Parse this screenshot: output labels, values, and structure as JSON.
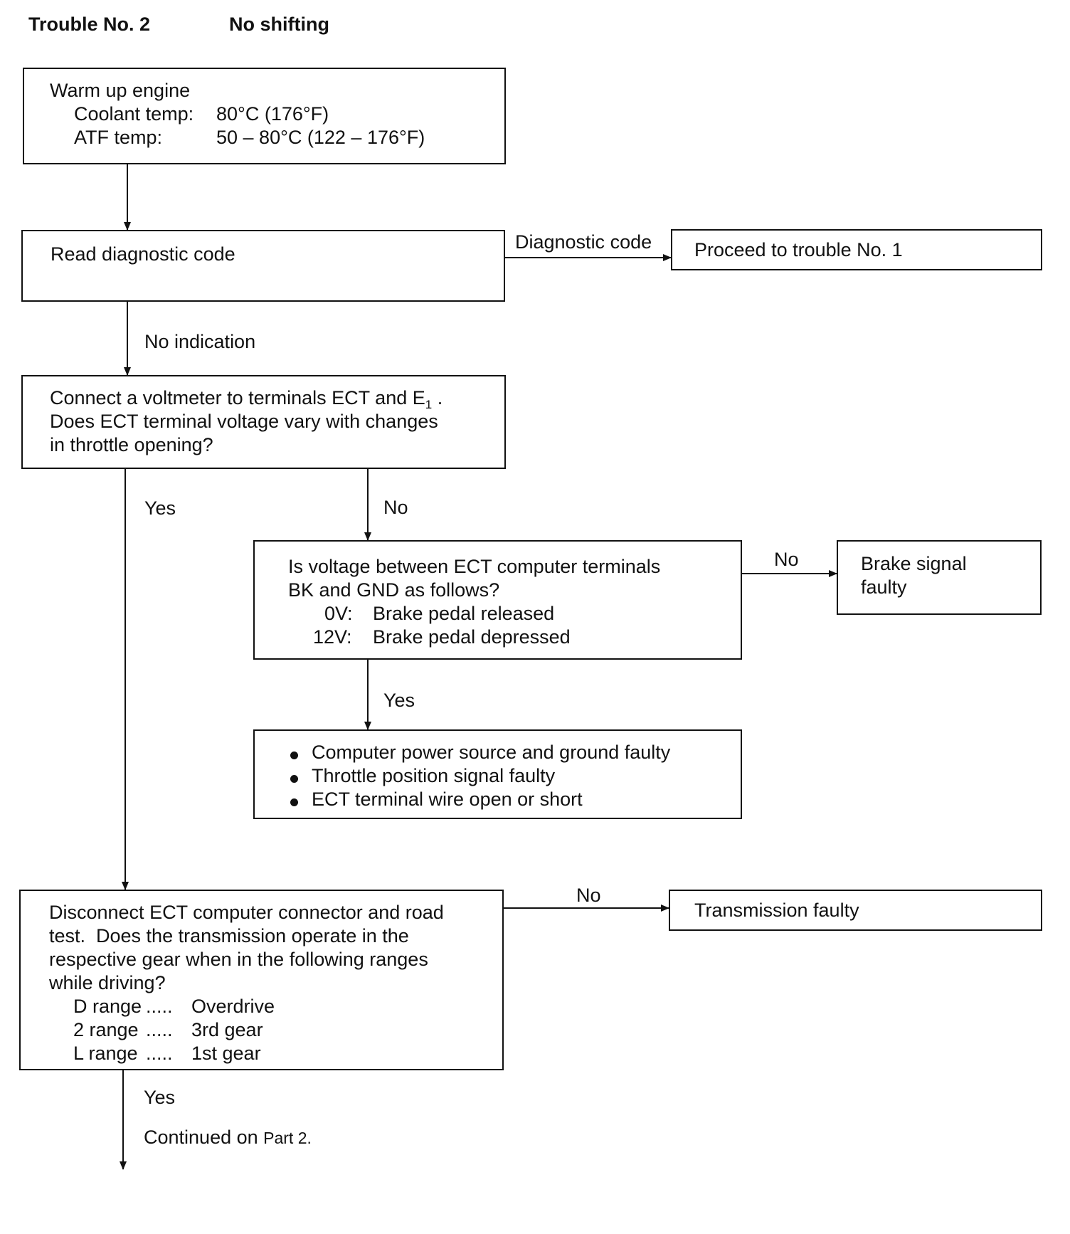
{
  "header": {
    "trouble": "Trouble No. 2",
    "symptom": "No shifting"
  },
  "steps": {
    "warmup": {
      "title": "Warm up engine",
      "coolant_label": "Coolant temp:",
      "coolant_value": "80°C (176°F)",
      "atf_label": "ATF temp:",
      "atf_value": "50 – 80°C (122 – 176°F)"
    },
    "read_code": {
      "text": "Read diagnostic code"
    },
    "trouble1": {
      "text": "Proceed to trouble No. 1"
    },
    "voltmeter": {
      "line1": "Connect a voltmeter to terminals ECT and E",
      "line1_sub": "1",
      "line1_end": " .",
      "line2": "Does ECT terminal voltage vary with changes",
      "line3": "in throttle opening?"
    },
    "brake_check": {
      "line1": "Is voltage between ECT computer terminals",
      "line2": "BK and GND as follows?",
      "row1_label": "0V:",
      "row1_value": "Brake pedal released",
      "row2_label": "12V:",
      "row2_value": "Brake pedal depressed"
    },
    "brake_faulty": {
      "line1": "Brake signal",
      "line2": "faulty"
    },
    "causes": {
      "items": [
        "Computer power source and ground faulty",
        "Throttle position signal faulty",
        "ECT terminal wire open or short"
      ]
    },
    "road_test": {
      "line1": "Disconnect ECT computer connector and road",
      "line2": "test.  Does the transmission operate in the",
      "line3": "respective gear when in the following ranges",
      "line4": "while driving?",
      "ranges": [
        {
          "range": "D range",
          "dots": ".....",
          "gear": "Overdrive"
        },
        {
          "range": "2 range",
          "dots": ".....",
          "gear": "3rd gear"
        },
        {
          "range": "L range",
          "dots": ".....",
          "gear": "1st gear"
        }
      ]
    },
    "trans_faulty": {
      "text": "Transmission faulty"
    }
  },
  "edges": {
    "diag_code": "Diagnostic code",
    "no_indication": "No indication",
    "yes1": "Yes",
    "no1": "No",
    "no2": "No",
    "yes2": "Yes",
    "no3": "No",
    "yes3": "Yes"
  },
  "footer": {
    "continued": "Continued on ",
    "part": "Part 2."
  }
}
